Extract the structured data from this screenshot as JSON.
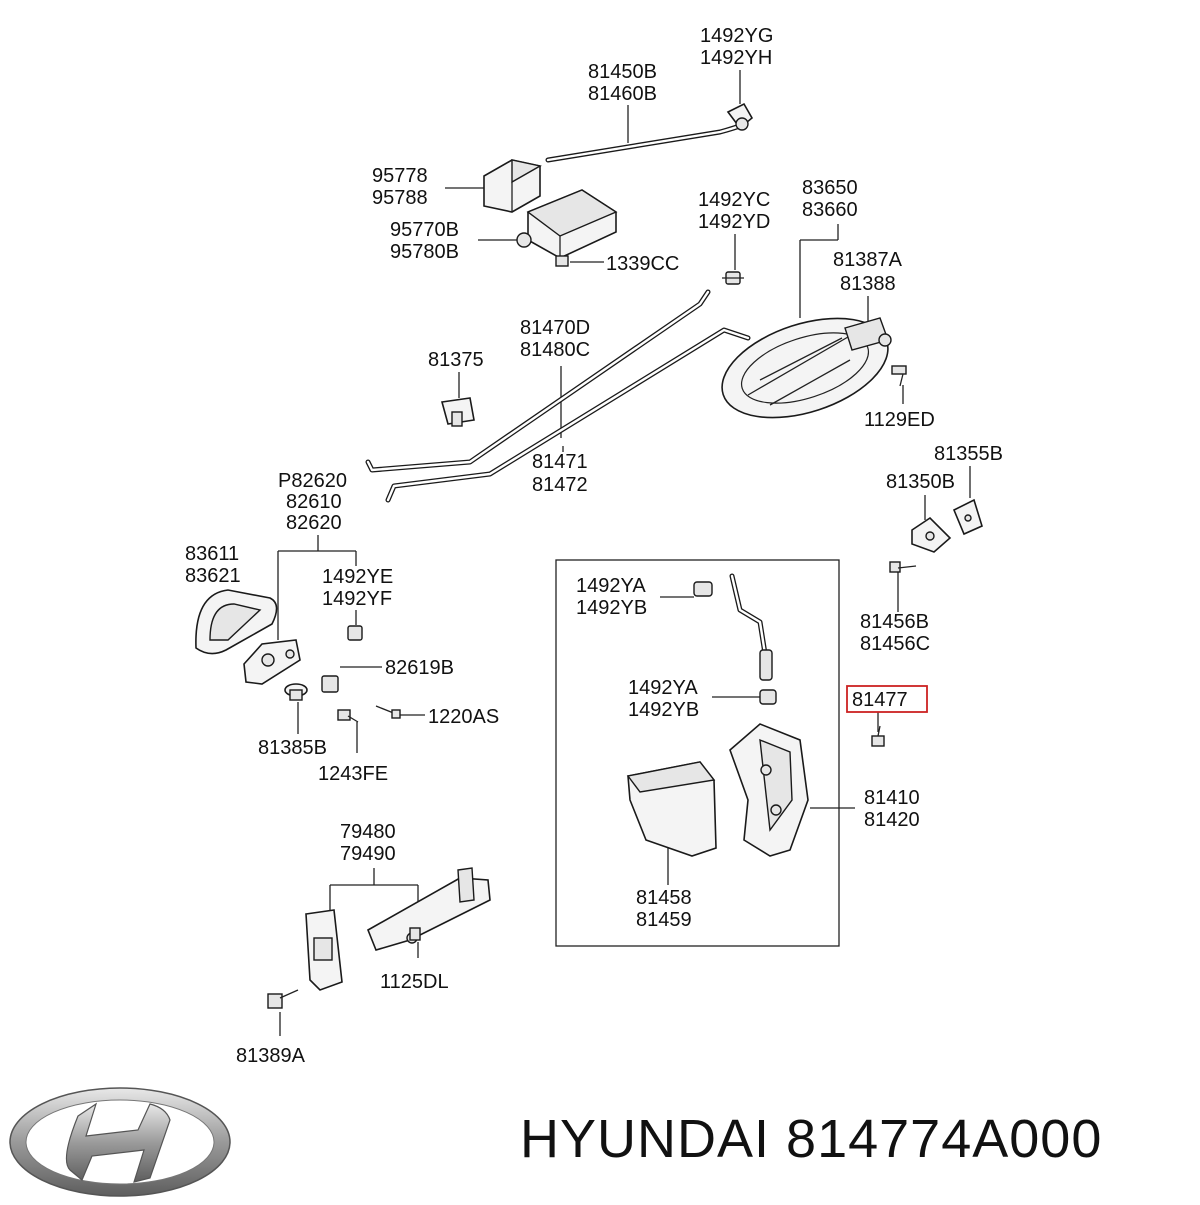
{
  "labels": {
    "l_1492YG": "1492YG",
    "l_1492YH": "1492YH",
    "l_81450B": "81450B",
    "l_81460B": "81460B",
    "l_95778": "95778",
    "l_95788": "95788",
    "l_95770B": "95770B",
    "l_95780B": "95780B",
    "l_1339CC": "1339CC",
    "l_1492YC": "1492YC",
    "l_1492YD": "1492YD",
    "l_83650": "83650",
    "l_83660": "83660",
    "l_81387A": "81387A",
    "l_81388": "81388",
    "l_81470D": "81470D",
    "l_81480C": "81480C",
    "l_81375": "81375",
    "l_1129ED": "1129ED",
    "l_81471": "81471",
    "l_81472": "81472",
    "l_81355B": "81355B",
    "l_81350B": "81350B",
    "l_P82620": "P82620",
    "l_82610": "82610",
    "l_82620": "82620",
    "l_83611": "83611",
    "l_83621": "83621",
    "l_1492YE": "1492YE",
    "l_1492YF": "1492YF",
    "l_1492YA_a": "1492YA",
    "l_1492YB_a": "1492YB",
    "l_81456B": "81456B",
    "l_81456C": "81456C",
    "l_82619B": "82619B",
    "l_1492YA_b": "1492YA",
    "l_1492YB_b": "1492YB",
    "l_81477": "81477",
    "l_1220AS": "1220AS",
    "l_81385B": "81385B",
    "l_1243FE": "1243FE",
    "l_81410": "81410",
    "l_81420": "81420",
    "l_79480": "79480",
    "l_79490": "79490",
    "l_81458": "81458",
    "l_81459": "81459",
    "l_1125DL": "1125DL",
    "l_81389A": "81389A"
  },
  "footer": {
    "brand": "HYUNDAI",
    "part_number": "814774A000"
  },
  "colors": {
    "highlight": "#cc2222",
    "ink": "#111111",
    "logo_metal": "#9a9a9a"
  },
  "icons": {
    "logo": "hyundai-logo-icon"
  }
}
